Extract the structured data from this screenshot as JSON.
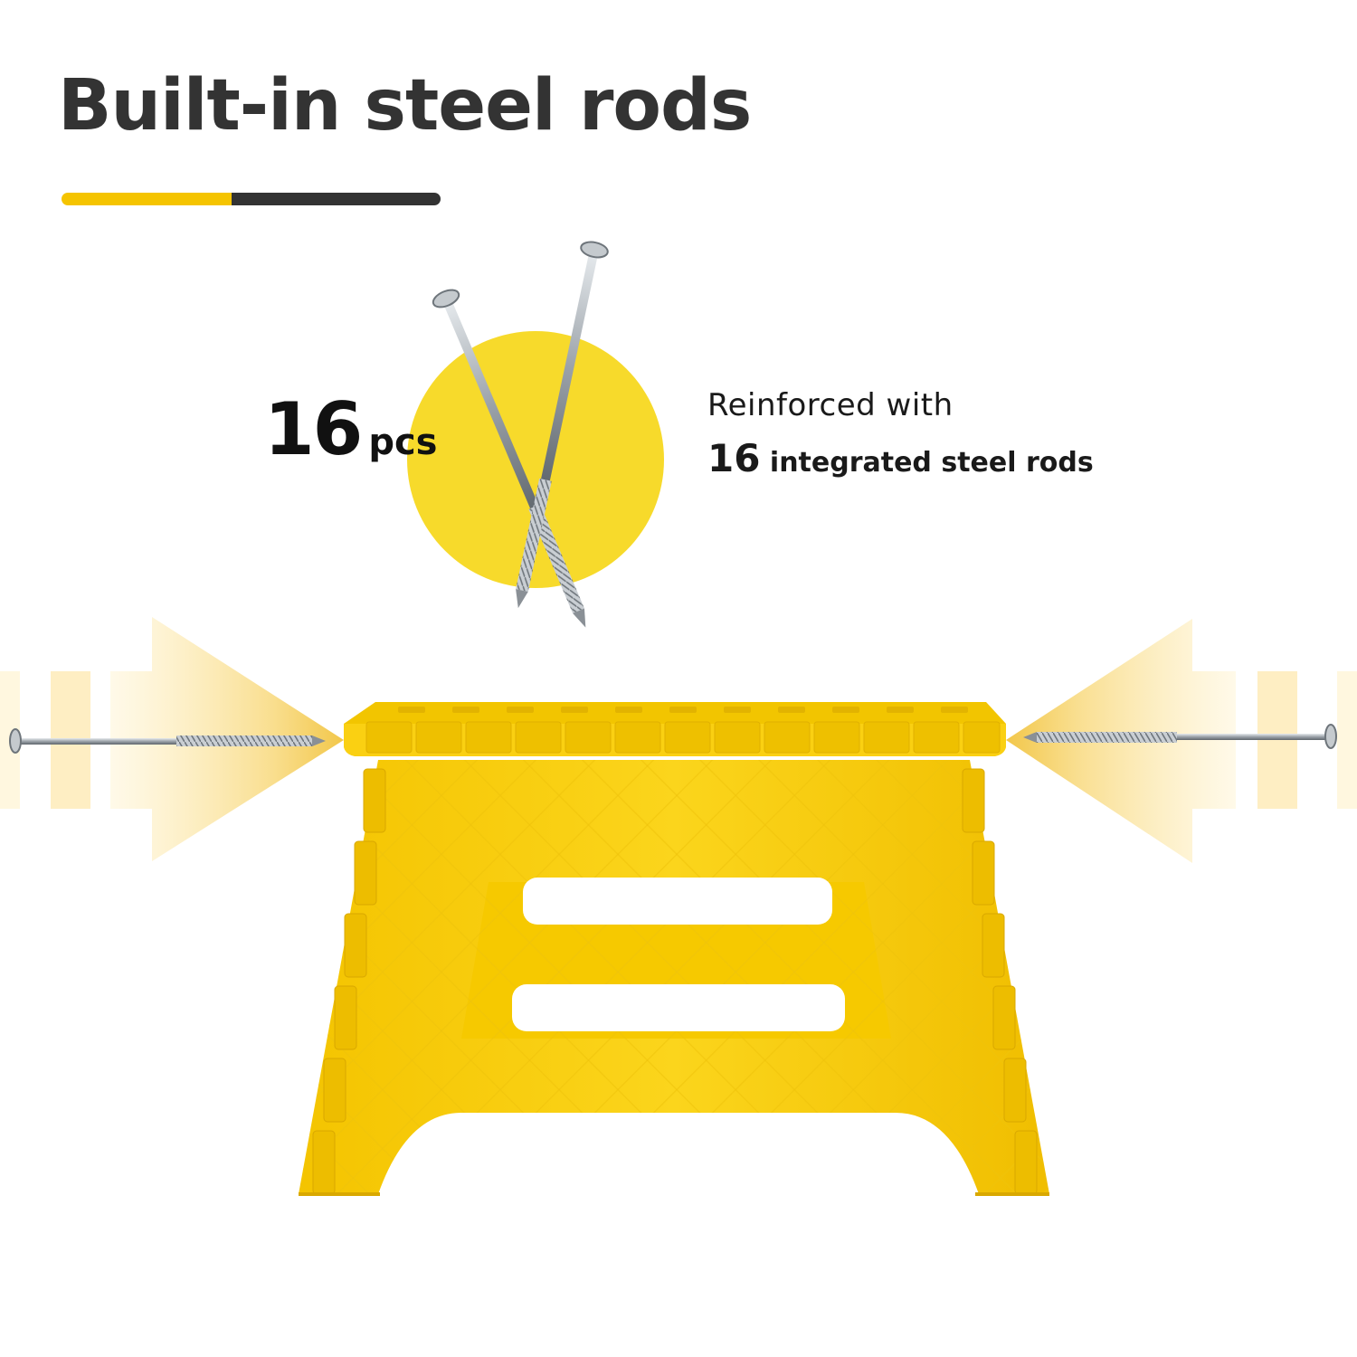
{
  "headline": "Built-in steel rods",
  "count": {
    "number": "16",
    "unit": "pcs"
  },
  "description": {
    "line1": "Reinforced with",
    "line2_number": "16",
    "line2_text": "integrated steel rods"
  },
  "colors": {
    "brand_yellow": "#F5C400",
    "circle_yellow": "#F7DA2B",
    "dark_gray": "#333333",
    "stool_yellow": "#FAD012",
    "stool_shade": "#E6B800",
    "steel": "#B8BDC2"
  }
}
